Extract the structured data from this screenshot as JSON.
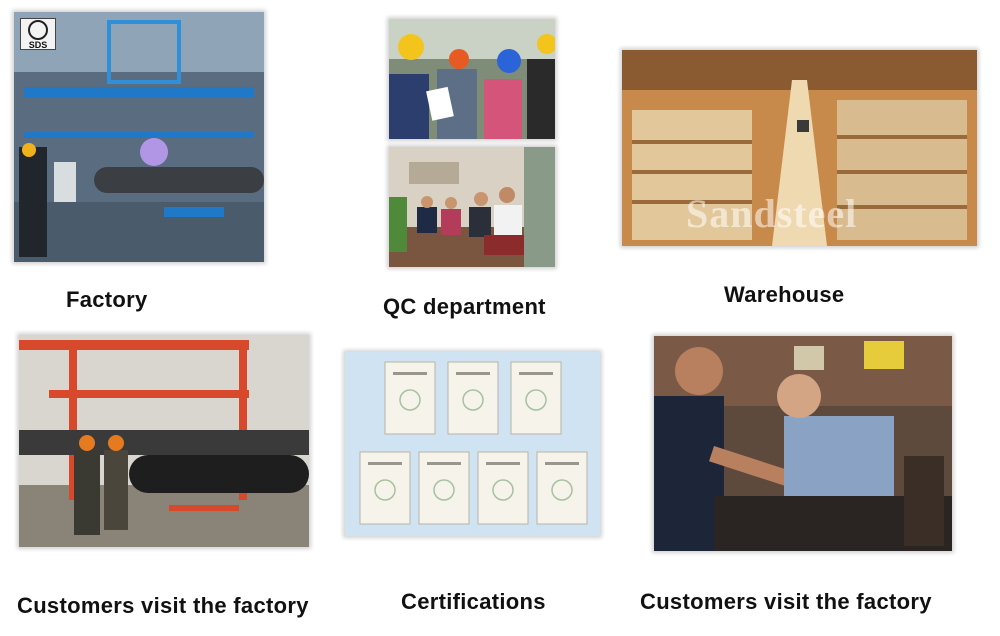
{
  "tiles": {
    "factory": {
      "caption": "Factory",
      "logo_text": "SDS"
    },
    "qc": {
      "caption": "QC department"
    },
    "warehouse": {
      "caption": "Warehouse",
      "watermark": "Sandsteel"
    },
    "visit1": {
      "caption": "Customers visit the factory"
    },
    "certs": {
      "caption": "Certifications"
    },
    "visit2": {
      "caption": "Customers visit the factory"
    }
  }
}
